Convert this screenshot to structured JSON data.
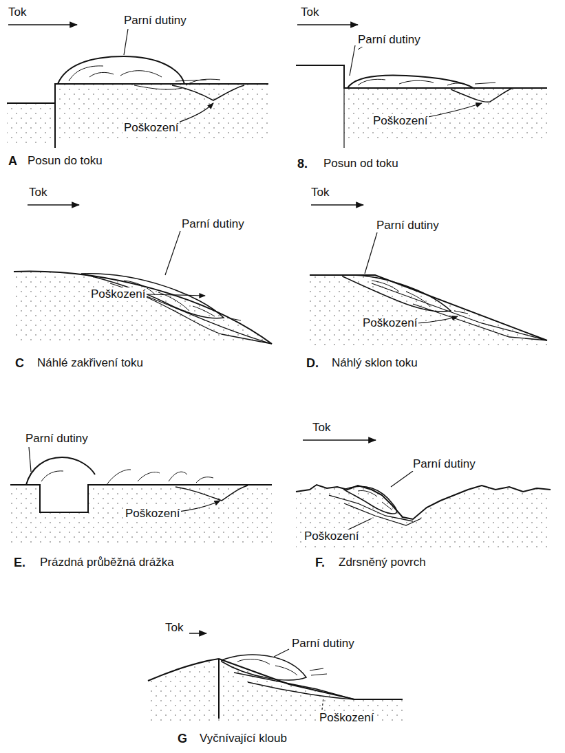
{
  "diagram": {
    "labels": [
      "Tok",
      "Parní dutiny",
      "Poškození",
      "A",
      "Posun do toku",
      "Tok",
      "Parní dutiny",
      "Poškození",
      "8.",
      "Posun od toku",
      "Tok",
      "Parní dutiny",
      "Poškození",
      "C",
      "Náhlé zakřivení toku",
      "Tok",
      "Parní dutiny",
      "Poškození",
      "D.",
      "Náhlý sklon toku",
      "Parní dutiny",
      "Poškození",
      "E.",
      "Prázdná průběžná drážka",
      "Tok",
      "Parní dutiny",
      "Poškození",
      "F.",
      "Zdrsněný povrch",
      "Tok",
      "Parní dutiny",
      "Poškození",
      "G",
      "Vyčnívající kloub"
    ]
  }
}
